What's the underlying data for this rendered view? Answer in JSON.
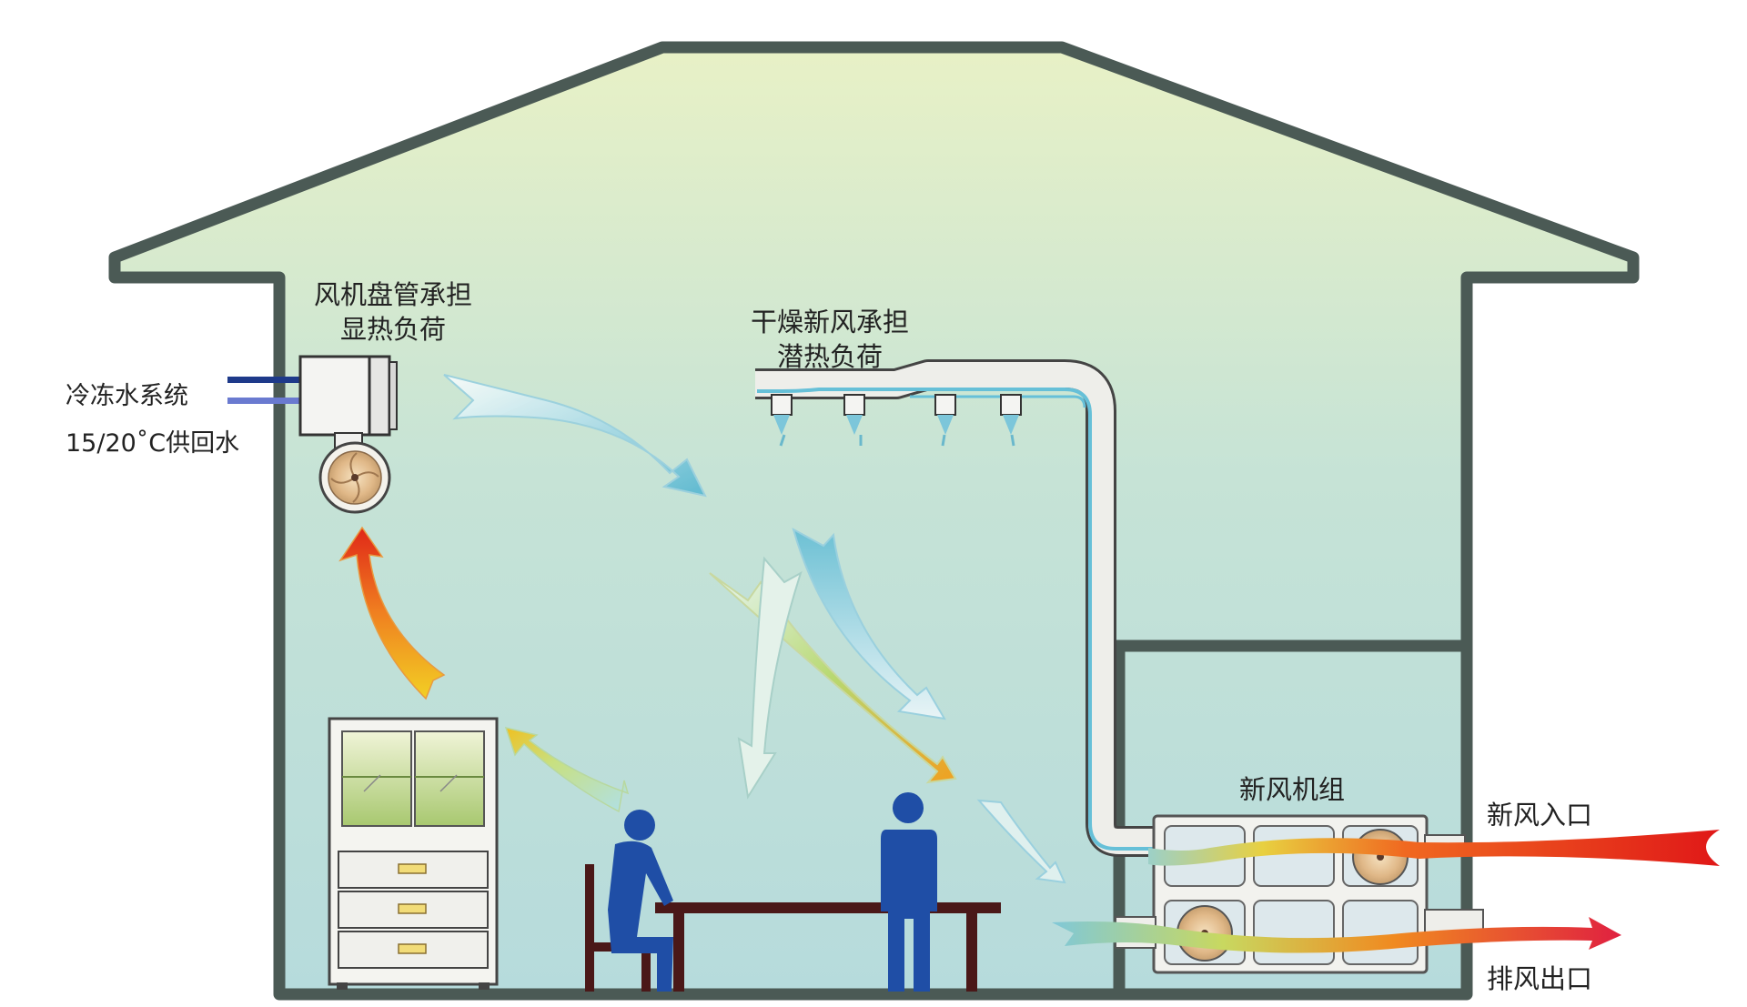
{
  "labels": {
    "fan_coil_line1": "风机盘管承担",
    "fan_coil_line2": "显热负荷",
    "dry_air_line1": "干燥新风承担",
    "dry_air_line2": "潜热负荷",
    "chilled_water": "冷冻水系统",
    "supply_return": "15/20˚C供回水",
    "fresh_air_unit": "新风机组",
    "fresh_air_inlet": "新风入口",
    "exhaust_outlet": "排风出口"
  },
  "colors": {
    "house_wall": "#4a5a56",
    "house_fill_top": "#e6f0c8",
    "house_fill_bottom": "#b8dcdc",
    "cool_air": "#7cc4d8",
    "warm_air": "#e83a2a",
    "person": "#1e4fa8",
    "table": "#4a1a1a"
  },
  "icons": [
    "fan-coil-icon",
    "fan-icon",
    "cabinet-icon",
    "person-icon",
    "table-icon",
    "duct-icon",
    "air-handler-icon"
  ]
}
